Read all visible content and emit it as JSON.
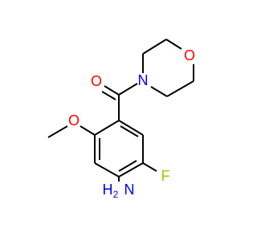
{
  "molecule": {
    "colors": {
      "bond": "#000000",
      "oxygen": "#ff0000",
      "nitrogen": "#0000ff",
      "fluorine": "#99cc00"
    },
    "labels": {
      "carbonyl_oxygen": "O",
      "morpholine_nitrogen": "N",
      "morpholine_oxygen": "O",
      "methoxy_oxygen": "O",
      "fluorine": "F",
      "amine_nitrogen": "N",
      "amine_h": "H",
      "amine_h_count": "2"
    }
  }
}
